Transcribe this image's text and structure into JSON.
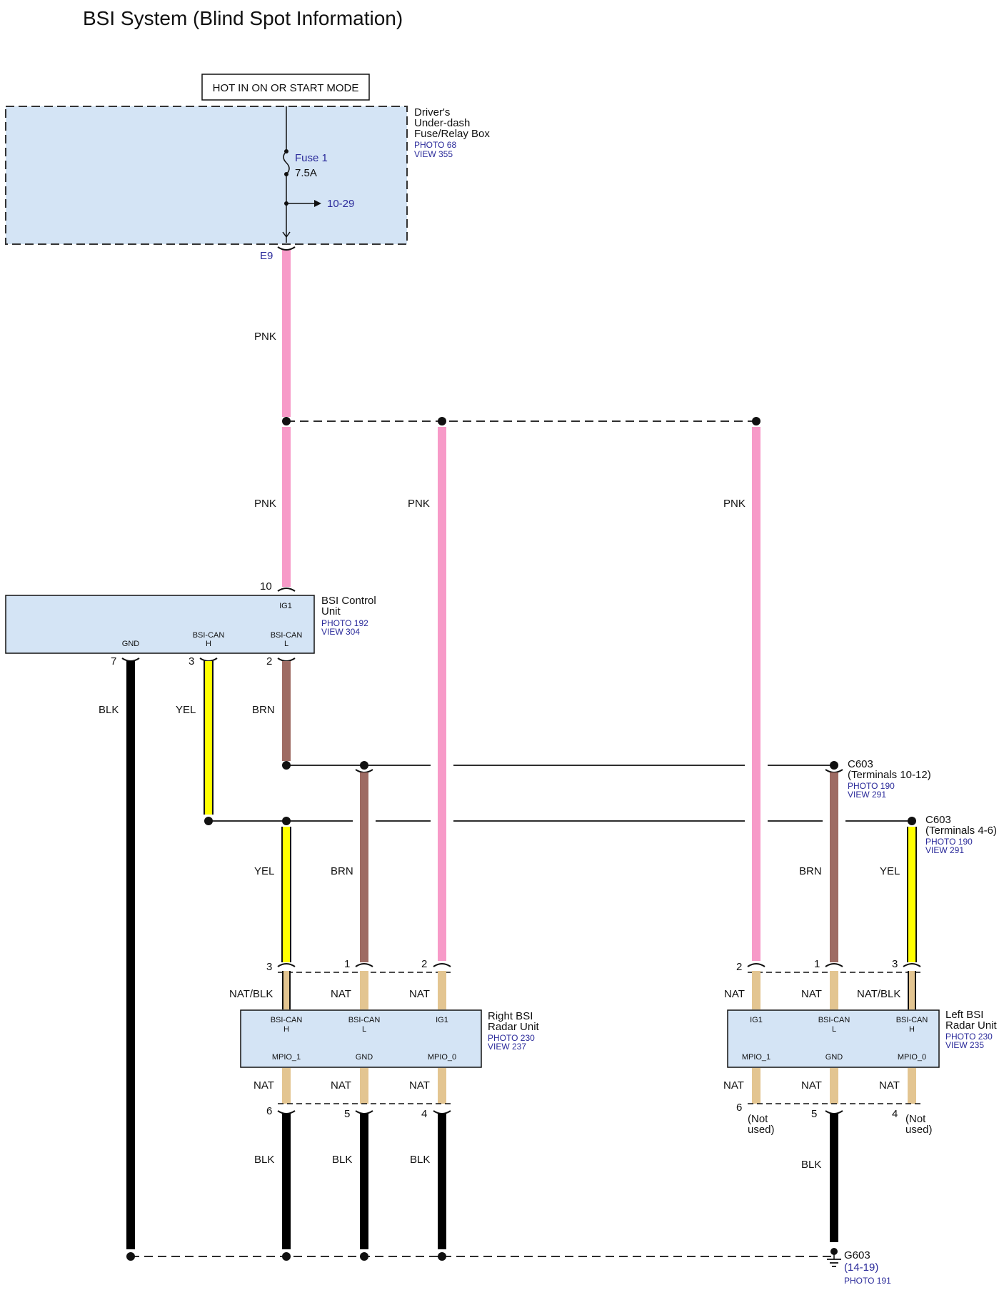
{
  "title": "BSI System (Blind Spot Information)",
  "power_note": "HOT IN ON OR START MODE",
  "fuse_box": {
    "name_lines": [
      "Driver's",
      "Under-dash",
      "Fuse/Relay Box"
    ],
    "photo": "PHOTO 68",
    "view": "VIEW 355",
    "fuse_name": "Fuse 1",
    "fuse_rating": "7.5A",
    "branch_ref": "10-29",
    "terminal": "E9"
  },
  "control_unit": {
    "name_lines": [
      "BSI Control",
      "Unit"
    ],
    "photo": "PHOTO 192",
    "view": "VIEW 304",
    "pin_labels": {
      "ig1": "IG1",
      "gnd": "GND",
      "can_h": [
        "BSI-CAN",
        "H"
      ],
      "can_l": [
        "BSI-CAN",
        "L"
      ]
    },
    "pins": {
      "ig1": "10",
      "gnd": "7",
      "can_h": "3",
      "can_l": "2"
    }
  },
  "connectors": {
    "c603_upper": {
      "name": "C603",
      "detail": "(Terminals 10-12)",
      "photo": "PHOTO 190",
      "view": "VIEW 291"
    },
    "c603_lower": {
      "name": "C603",
      "detail": "(Terminals 4-6)",
      "photo": "PHOTO 190",
      "view": "VIEW 291"
    }
  },
  "right_radar": {
    "name_lines": [
      "Right BSI",
      "Radar Unit"
    ],
    "photo": "PHOTO 230",
    "view": "VIEW 237",
    "top_pins": [
      {
        "label": [
          "BSI-CAN",
          "H"
        ],
        "num": "3",
        "wire": "NAT/BLK"
      },
      {
        "label": [
          "BSI-CAN",
          "L"
        ],
        "num": "1",
        "wire": "NAT"
      },
      {
        "label": [
          "IG1"
        ],
        "num": "2",
        "wire": "NAT"
      }
    ],
    "bottom_pins": [
      {
        "label": "MPIO_1",
        "num": "6",
        "wire": "NAT"
      },
      {
        "label": "GND",
        "num": "5",
        "wire": "NAT"
      },
      {
        "label": "MPIO_0",
        "num": "4",
        "wire": "NAT"
      }
    ]
  },
  "left_radar": {
    "name_lines": [
      "Left BSI",
      "Radar Unit"
    ],
    "photo": "PHOTO 230",
    "view": "VIEW 235",
    "top_pins": [
      {
        "label": [
          "IG1"
        ],
        "num": "2",
        "wire": "NAT"
      },
      {
        "label": [
          "BSI-CAN",
          "L"
        ],
        "num": "1",
        "wire": "NAT"
      },
      {
        "label": [
          "BSI-CAN",
          "H"
        ],
        "num": "3",
        "wire": "NAT/BLK"
      }
    ],
    "bottom_pins": [
      {
        "label": "MPIO_1",
        "num": "6",
        "wire": "NAT"
      },
      {
        "label": "GND",
        "num": "5",
        "wire": "NAT"
      },
      {
        "label": "MPIO_0",
        "num": "4",
        "wire": "NAT"
      }
    ],
    "not_used": [
      "(Not",
      "used)"
    ]
  },
  "ground": {
    "name": "G603",
    "ref": "(14-19)",
    "photo": "PHOTO 191"
  },
  "wire_colors": {
    "PNK": "#f79ac8",
    "BRN": "#9e6b63",
    "YEL": "#ffff00",
    "BLK": "#000000",
    "NAT": "#e3c591"
  },
  "wire_labels": {
    "pnk": "PNK",
    "brn": "BRN",
    "yel": "YEL",
    "blk": "BLK"
  }
}
